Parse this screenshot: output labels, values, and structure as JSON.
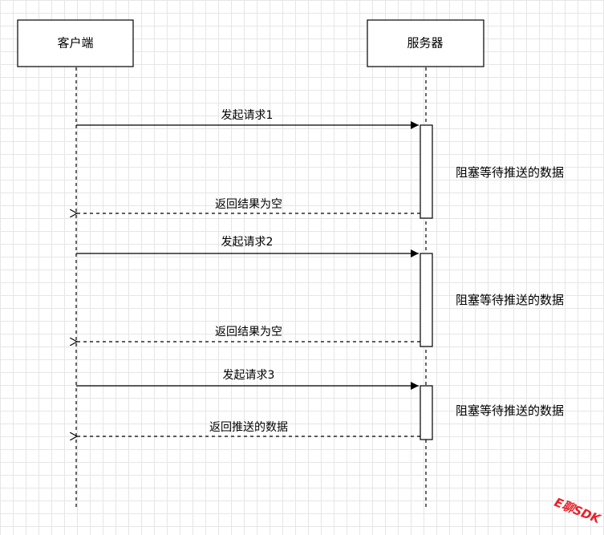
{
  "participants": {
    "client": "客户端",
    "server": "服务器"
  },
  "messages": [
    {
      "label": "发起请求1",
      "style": "solid"
    },
    {
      "label": "返回结果为空",
      "style": "dashed"
    },
    {
      "label": "发起请求2",
      "style": "solid"
    },
    {
      "label": "返回结果为空",
      "style": "dashed"
    },
    {
      "label": "发起请求3",
      "style": "solid"
    },
    {
      "label": "返回推送的数据",
      "style": "dashed"
    }
  ],
  "notes": [
    "阻塞等待推送的数据",
    "阻塞等待推送的数据",
    "阻塞等待推送的数据"
  ],
  "watermark": "E聊SDK",
  "colors": {
    "line": "#000000",
    "watermark": "#e8212a",
    "grid": "#e6e6e6"
  }
}
